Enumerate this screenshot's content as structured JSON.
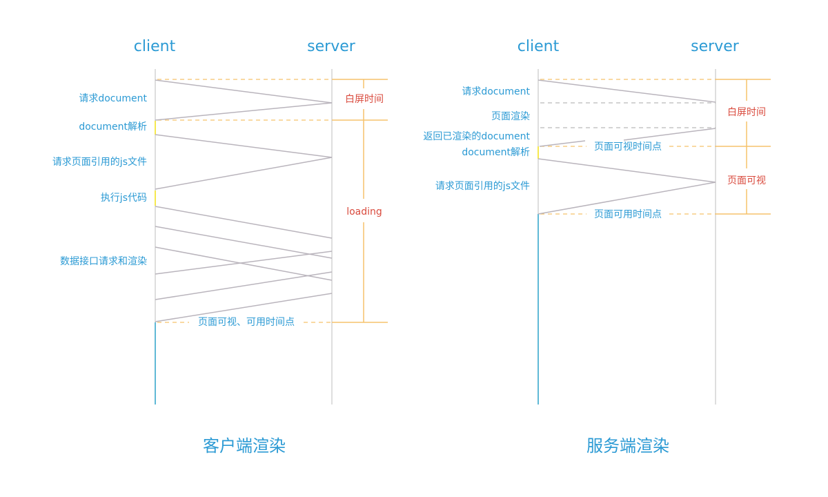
{
  "colors": {
    "label": "#2b9ad4",
    "phase": "#d94a3d",
    "bracket": "#f5c26b",
    "timeline": "#d3d3d3",
    "message": "#b9b4bc",
    "processing": "#f6e84d",
    "visible": "#5fb9d6",
    "helper": "#b9b9b9"
  },
  "csr": {
    "client": "client",
    "server": "server",
    "steps": [
      "请求document",
      "document解析",
      "请求页面引用的js文件",
      "执行js代码",
      "数据接口请求和渲染"
    ],
    "phases": [
      "白屏时间",
      "loading"
    ],
    "milestone": "页面可视、可用时间点",
    "caption": "客户端渲染"
  },
  "ssr": {
    "client": "client",
    "server": "server",
    "steps": [
      "请求document",
      "页面渲染",
      "返回已渲染的document",
      "document解析",
      "请求页面引用的js文件"
    ],
    "phases": [
      "白屏时间",
      "页面可视"
    ],
    "milestones": [
      "页面可视时间点",
      "页面可用时间点"
    ],
    "caption": "服务端渲染"
  }
}
